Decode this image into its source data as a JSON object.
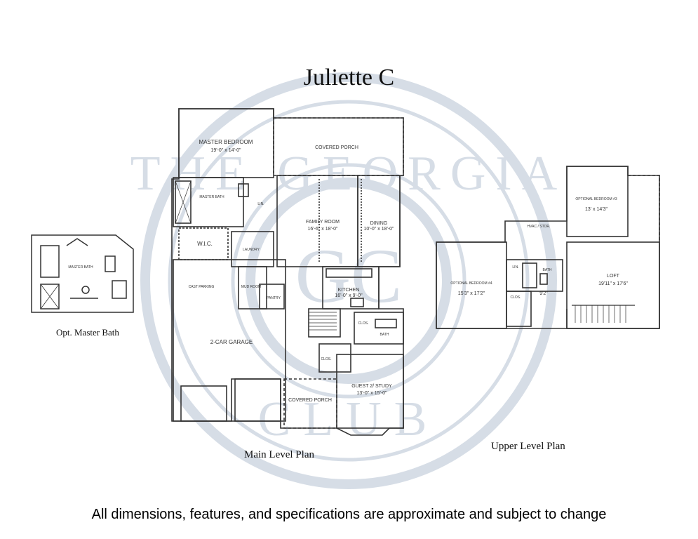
{
  "title": "Juliette C",
  "watermark": {
    "text_top": "THE GEORGIA",
    "text_bottom": "CLUB",
    "monogram": "GC",
    "color": "#d6dde6"
  },
  "captions": {
    "opt_master_bath": "Opt. Master Bath",
    "main_level": "Main Level Plan",
    "upper_level": "Upper Level Plan"
  },
  "disclaimer": "All dimensions, features, and specifications are approximate and subject to change",
  "main_level_rooms": {
    "master_bedroom": {
      "name": "MASTER BEDROOM",
      "dims": "19'-0\" x 14'-0\""
    },
    "covered_porch_rear": {
      "name": "COVERED PORCH"
    },
    "master_bath": {
      "name": "MASTER BATH"
    },
    "lin_1": {
      "name": "LIN."
    },
    "wic": {
      "name": "W.I.C."
    },
    "laundry": {
      "name": "LAUNDRY"
    },
    "family_room": {
      "name": "FAMILY ROOM",
      "dims": "16'-6\" x 18'-0\""
    },
    "dining": {
      "name": "DINING",
      "dims": "10'-0\" x 18'-0\""
    },
    "cast_parking": {
      "name": "CAST PARKING"
    },
    "mud_room": {
      "name": "MUD ROOM"
    },
    "pantry": {
      "name": "PANTRY"
    },
    "kitchen": {
      "name": "KITCHEN",
      "dims": "16'-0\" x 9'-0\""
    },
    "garage": {
      "name": "2-CAR GARAGE"
    },
    "clos_1": {
      "name": "CLOS."
    },
    "bath_main": {
      "name": "BATH"
    },
    "clos_2": {
      "name": "CLOS."
    },
    "covered_porch_front": {
      "name": "COVERED PORCH"
    },
    "guest_study": {
      "name": "GUEST 2/ STUDY",
      "dims": "13'-0\" x 15'-0\""
    }
  },
  "upper_level_rooms": {
    "bedroom_3": {
      "name": "OPTIONAL BEDROOM #3",
      "dims": "13' x 14'3\""
    },
    "hvac": {
      "name": "HVAC / STOR."
    },
    "bedroom_4": {
      "name": "OPTIONAL BEDROOM #4",
      "dims": "15'3\" x 17'2\""
    },
    "lin_2": {
      "name": "LIN."
    },
    "bath_upper": {
      "name": "BATH"
    },
    "clos_3": {
      "name": "CLOS."
    },
    "loft": {
      "name": "LOFT",
      "dims": "19'11\" x 17'6\""
    },
    "dim_9_2": {
      "name": "9'2\""
    }
  },
  "opt_bath_rooms": {
    "master_bath": {
      "name": "MASTER BATH"
    }
  }
}
